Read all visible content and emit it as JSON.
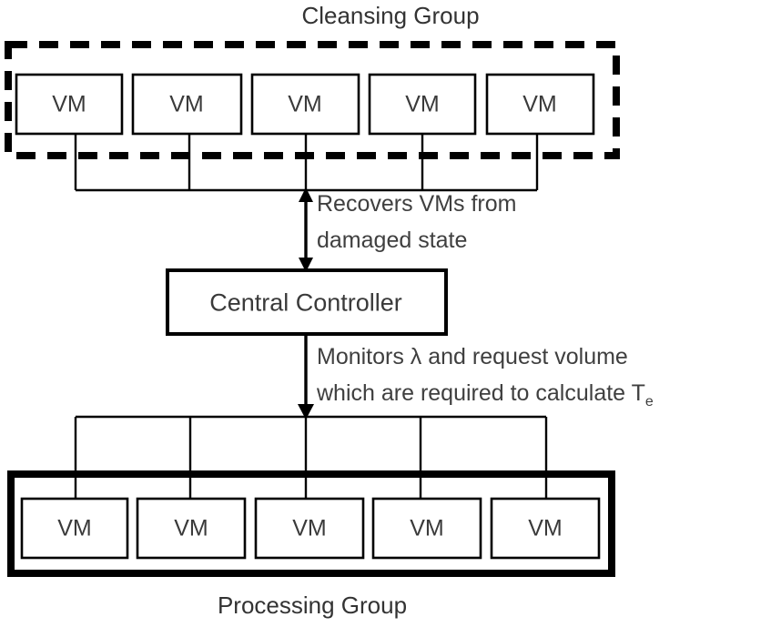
{
  "diagram": {
    "title_top": "Cleansing Group",
    "title_bottom": "Processing Group",
    "cleansing_group": {
      "label": "Cleansing Group",
      "border_style": "dashed",
      "nodes": [
        {
          "label": "VM"
        },
        {
          "label": "VM"
        },
        {
          "label": "VM"
        },
        {
          "label": "VM"
        },
        {
          "label": "VM"
        }
      ]
    },
    "processing_group": {
      "label": "Processing Group",
      "border_style": "solid-thick",
      "nodes": [
        {
          "label": "VM"
        },
        {
          "label": "VM"
        },
        {
          "label": "VM"
        },
        {
          "label": "VM"
        },
        {
          "label": "VM"
        }
      ]
    },
    "controller": {
      "label": "Central Controller"
    },
    "annotations": [
      {
        "id": "upward-annotation",
        "arrow": "double",
        "lines": [
          "Recovers VMs from",
          "damaged state"
        ]
      },
      {
        "id": "downward-annotation",
        "arrow": "single-down",
        "lines": [
          "Monitors λ and request volume",
          "which are required to calculate T"
        ],
        "subscript": "e"
      }
    ],
    "colors": {
      "stroke": "#000000",
      "text": "#333333",
      "background": "#ffffff"
    }
  }
}
